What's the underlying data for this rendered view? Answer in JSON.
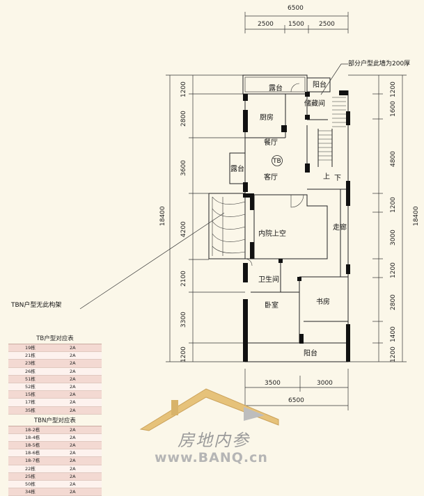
{
  "dimensions": {
    "top_total": "6500",
    "top_segments": [
      "2500",
      "1500",
      "2500"
    ],
    "left_segments": [
      "1200",
      "2800",
      "3600",
      "4200",
      "2100",
      "3300",
      "1200"
    ],
    "left_total": "18400",
    "right_segments": [
      "1200",
      "1600",
      "4800",
      "1200",
      "3000",
      "1200",
      "2800",
      "1400",
      "1200"
    ],
    "right_total": "18400",
    "bottom_segments": [
      "3500",
      "3000"
    ],
    "bottom_total": "6500"
  },
  "rooms": {
    "terrace_top": "露台",
    "balcony_top": "阳台",
    "storage": "储藏间",
    "kitchen": "厨房",
    "dining": "餐厅",
    "type_marker": "TB",
    "terrace_side": "露台",
    "living": "客厅",
    "stair_up": "上",
    "stair_down": "下",
    "courtyard_void": "内院上空",
    "corridor": "走廊",
    "bathroom": "卫生间",
    "bedroom": "卧室",
    "study": "书房",
    "balcony_bottom": "阳台"
  },
  "annotations": {
    "wall_note": "部分户型此墙为200厚",
    "tbn_note": "TBN户型无此构架"
  },
  "tables": [
    {
      "title": "TB户型对应表",
      "rows": [
        [
          "19栋",
          "2A"
        ],
        [
          "21栋",
          "2A"
        ],
        [
          "23栋",
          "2A"
        ],
        [
          "26栋",
          "2A"
        ],
        [
          "51栋",
          "2A"
        ],
        [
          "52栋",
          "2A"
        ],
        [
          "15栋",
          "2A"
        ],
        [
          "17栋",
          "2A"
        ],
        [
          "35栋",
          "2A"
        ]
      ]
    },
    {
      "title": "TBN户型对应表",
      "rows": [
        [
          "18-2栋",
          "2A"
        ],
        [
          "18-4栋",
          "2A"
        ],
        [
          "18-5栋",
          "2A"
        ],
        [
          "18-6栋",
          "2A"
        ],
        [
          "18-7栋",
          "2A"
        ],
        [
          "22栋",
          "2A"
        ],
        [
          "25栋",
          "2A"
        ],
        [
          "50栋",
          "2A"
        ],
        [
          "34栋",
          "2A"
        ]
      ]
    }
  ],
  "watermark": {
    "brand": "房地内参",
    "url": "www.BANQ.cn"
  },
  "colors": {
    "background": "#fbf7e9",
    "wall": "#111111",
    "table_odd": "#f3d9d2",
    "table_even": "#fdf2ee",
    "watermark": "#a8a8a8"
  }
}
